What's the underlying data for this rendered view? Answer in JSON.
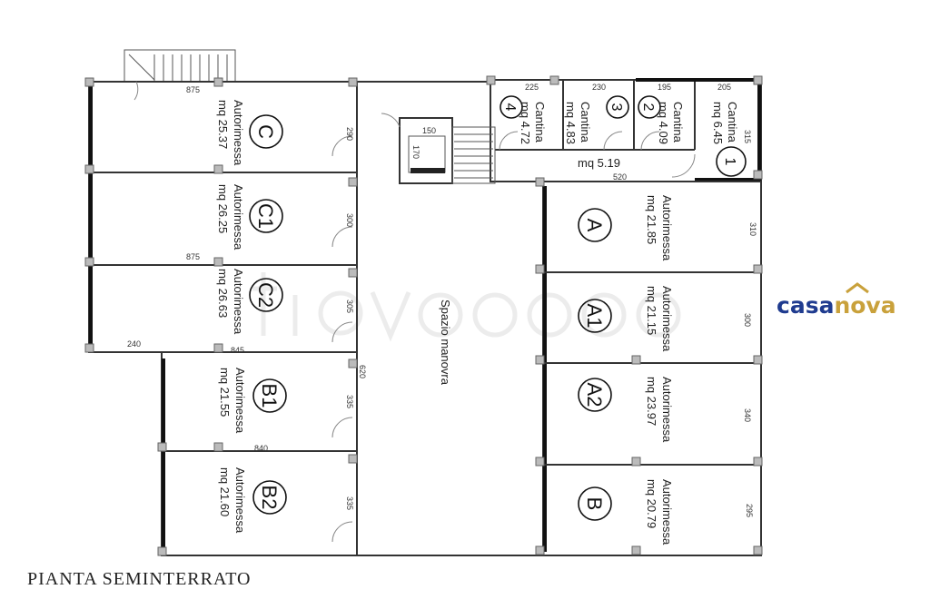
{
  "title": "PIANTA SEMINTERRATO",
  "watermark": "trovacasa",
  "logo": {
    "part1": "casa",
    "part2": "nova",
    "color1": "#1f3b8f",
    "color2": "#c9a13b"
  },
  "corridor_label": "Spazio manovra",
  "cantina_corridor_area": "mq 5.19",
  "garages": [
    {
      "code": "C",
      "type": "Autorimessa",
      "area": "mq 25.37"
    },
    {
      "code": "C1",
      "type": "Autorimessa",
      "area": "mq 26.25"
    },
    {
      "code": "C2",
      "type": "Autorimessa",
      "area": "mq 26.63"
    },
    {
      "code": "B1",
      "type": "Autorimessa",
      "area": "mq 21.55"
    },
    {
      "code": "B2",
      "type": "Autorimessa",
      "area": "mq 21.60"
    },
    {
      "code": "A",
      "type": "Autorimessa",
      "area": "mq 21.85"
    },
    {
      "code": "A1",
      "type": "Autorimessa",
      "area": "mq 21.15"
    },
    {
      "code": "A2",
      "type": "Autorimessa",
      "area": "mq 23.97"
    },
    {
      "code": "B",
      "type": "Autorimessa",
      "area": "mq 20.79"
    }
  ],
  "cellars": [
    {
      "code": "4",
      "type": "Cantina",
      "area": "mq 4.72"
    },
    {
      "code": "3",
      "type": "Cantina",
      "area": "mq 4.83"
    },
    {
      "code": "2",
      "type": "Cantina",
      "area": "mq 4.09"
    },
    {
      "code": "1",
      "type": "Cantina",
      "area": "mq 6.45"
    }
  ],
  "dimensions": [
    "875",
    "875",
    "845",
    "840",
    "240",
    "520",
    "225",
    "230",
    "195",
    "205",
    "315",
    "310",
    "300",
    "340",
    "295",
    "290",
    "300",
    "305",
    "620",
    "335",
    "335",
    "150",
    "170"
  ]
}
